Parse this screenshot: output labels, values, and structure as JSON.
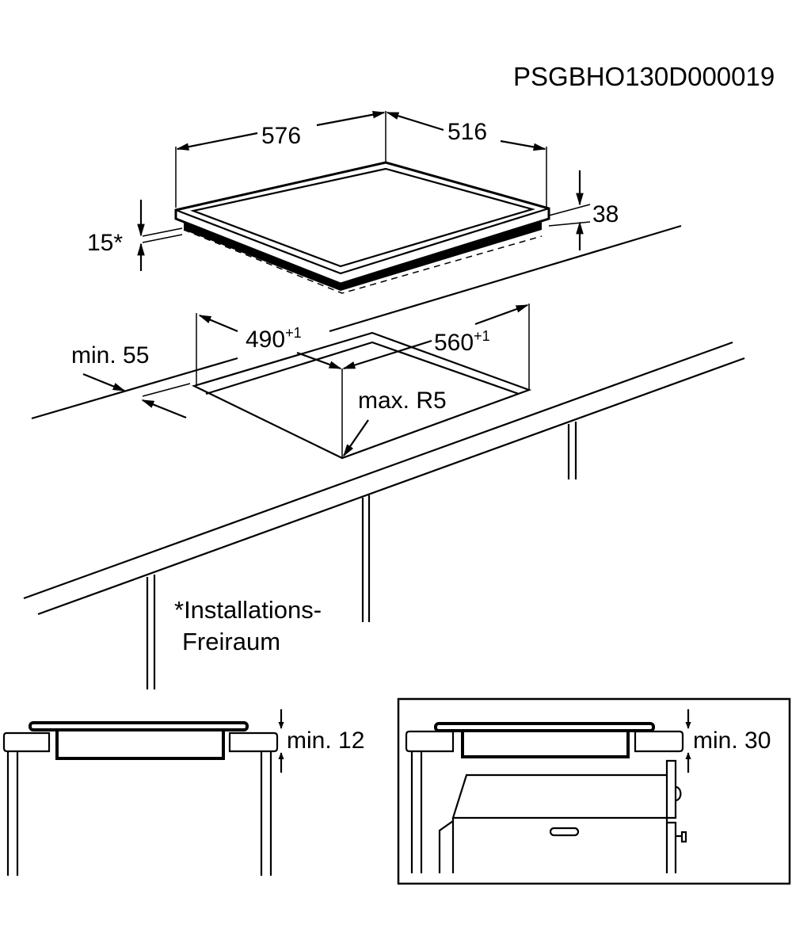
{
  "code": "PSGBHO130D000019",
  "dimensions": {
    "width": "576",
    "depth": "516",
    "height": "38",
    "clearance_top": "15*",
    "cutout_depth": "490",
    "cutout_depth_tol": "+1",
    "cutout_width": "560",
    "cutout_width_tol": "+1",
    "min_front": "min. 55",
    "max_radius": "max. R5"
  },
  "note": {
    "line1": "*Installations-",
    "line2": "Freiraum"
  },
  "detail_left": {
    "label": "min. 12"
  },
  "detail_right": {
    "label": "min. 30"
  },
  "colors": {
    "ink": "#000000",
    "background": "#ffffff"
  }
}
